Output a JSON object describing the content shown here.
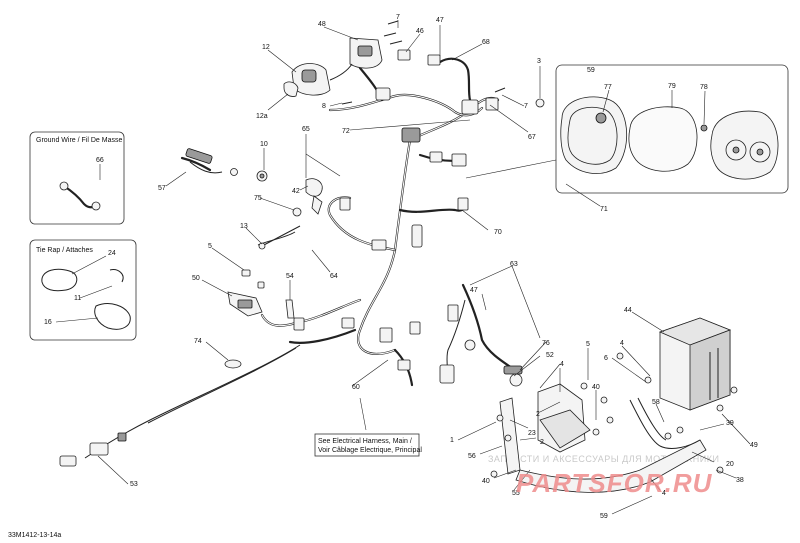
{
  "insets": {
    "ground_wire": "Ground Wire / Fil De Masse",
    "tie_rap": "Tie Rap / Attaches"
  },
  "note": {
    "line1": "See Electrical Harness, Main /",
    "line2": "Voir Câblage Electrique, Principal"
  },
  "reference_code": "33M1412-13-14a",
  "watermark": {
    "text": "ЗАПЧАСТИ И АКСЕССУАРЫ ДЛЯ МОТОТЕХНИКИ",
    "logo": "PARTSFOR.RU"
  },
  "callouts": {
    "c48": "48",
    "c7a": "7",
    "c47a": "47",
    "c46": "46",
    "c68": "68",
    "c12": "12",
    "c12a": "12a",
    "c8": "8",
    "c72": "72",
    "c3": "3",
    "c59top": "59",
    "c77": "77",
    "c79": "79",
    "c78": "78",
    "c7b": "7",
    "c67": "67",
    "c65": "65",
    "c10": "10",
    "c66": "66",
    "c57": "57",
    "c42": "42",
    "c75": "75",
    "c71": "71",
    "c70": "70",
    "c13": "13",
    "c24": "24",
    "c5a": "5",
    "c64": "64",
    "c63": "63",
    "c11": "11",
    "c16": "16",
    "c50": "50",
    "c54": "54",
    "c47b": "47",
    "c44": "44",
    "c74": "74",
    "c76": "76",
    "c5b": "5",
    "c4a": "4",
    "c52": "52",
    "c6": "6",
    "c60": "60",
    "c2a": "2",
    "c4b": "4",
    "c40a": "40",
    "c58": "58",
    "c1": "1",
    "c23": "23",
    "c2b": "2",
    "c39": "39",
    "c49": "49",
    "c56": "56",
    "c20": "20",
    "c40b": "40",
    "c55": "55",
    "c4c": "4",
    "c38": "38",
    "c53": "53",
    "c59": "59"
  }
}
